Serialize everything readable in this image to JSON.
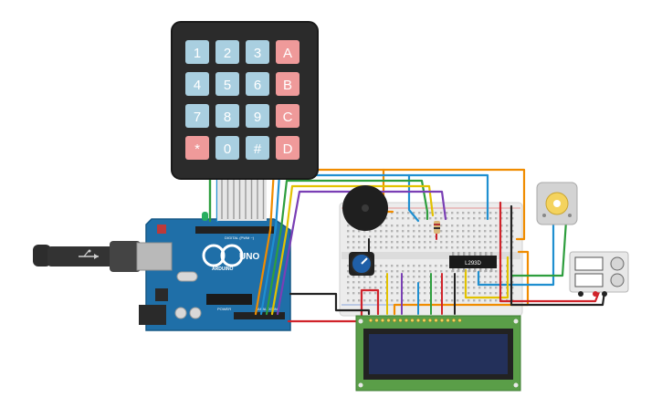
{
  "keypad": {
    "keys": [
      [
        "1",
        "2",
        "3",
        "A"
      ],
      [
        "4",
        "5",
        "6",
        "B"
      ],
      [
        "7",
        "8",
        "9",
        "C"
      ],
      [
        "*",
        "0",
        "#",
        "D"
      ]
    ],
    "colors": {
      "body": "#2b2b2b",
      "digit_key": "#a9cfe0",
      "letter_key": "#ef9a9a",
      "key_text": "#ffffff"
    }
  },
  "arduino": {
    "logo_text": "UNO",
    "brand_text": "ARDUINO",
    "header_labels": [
      "DIGITAL (PWM ~)",
      "POWER",
      "ANALOG IN"
    ],
    "board_color": "#1f6fa8",
    "power_led_color": "#27ae60"
  },
  "motor_driver": {
    "chip_label": "L293D"
  },
  "lcd": {
    "board_color": "#5a9e48",
    "screen_color": "#23305a"
  },
  "wire_colors": {
    "orange": "#f08c00",
    "blue": "#1f8fd0",
    "green": "#2e9e3e",
    "yellow": "#e2c200",
    "purple": "#7a3fb5",
    "red": "#d0232a",
    "black": "#222222"
  }
}
